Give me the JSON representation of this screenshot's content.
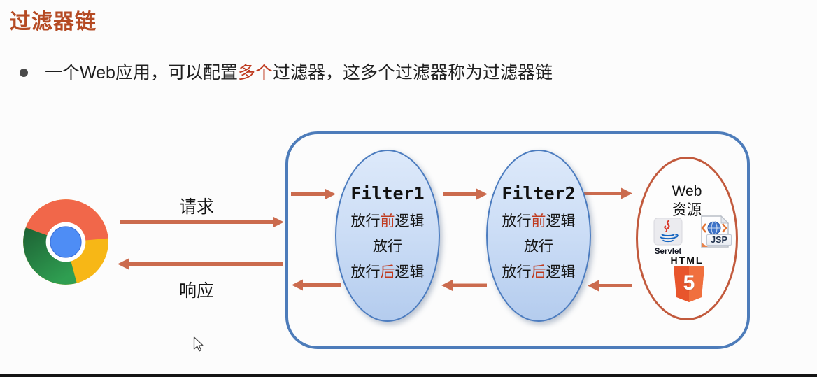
{
  "slide": {
    "title": "过滤器链",
    "bullet": {
      "text_before": "一个Web应用，可以配置",
      "highlight": "多个",
      "text_after": "过滤器，这多个过滤器称为过滤器链"
    }
  },
  "diagram": {
    "request_label": "请求",
    "response_label": "响应",
    "filters": [
      {
        "name": "Filter1",
        "before": {
          "pre": "放行",
          "hl": "前",
          "post": "逻辑"
        },
        "pass": "放行",
        "after": {
          "pre": "放行",
          "hl": "后",
          "post": "逻辑"
        }
      },
      {
        "name": "Filter2",
        "before": {
          "pre": "放行",
          "hl": "前",
          "post": "逻辑"
        },
        "pass": "放行",
        "after": {
          "pre": "放行",
          "hl": "后",
          "post": "逻辑"
        }
      }
    ],
    "web_resource": {
      "line1": "Web",
      "line2": "资源",
      "servlet_label": "Servlet",
      "jsp_label": "JSP",
      "html_label": "HTML",
      "five": "5"
    },
    "icons": {
      "browser": "chrome-icon",
      "servlet": "java-servlet-icon",
      "jsp": "jsp-file-icon",
      "html5": "html5-shield-icon"
    }
  },
  "colors": {
    "title": "#b54a23",
    "accent_red": "#bf3a1f",
    "text": "#1f1f1f",
    "arrow": "#cb6b4e",
    "container_border": "#4d7cba",
    "filter_border": "#4c7cbf",
    "web_border": "#c25a3d"
  }
}
